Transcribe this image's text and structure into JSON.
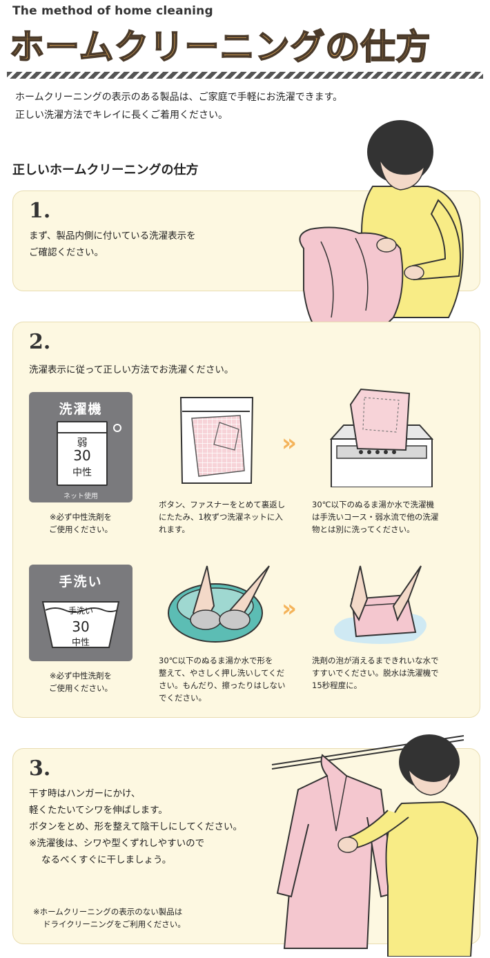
{
  "header": {
    "subtitle_en": "The method of home cleaning",
    "title": "ホームクリーニングの仕方"
  },
  "intro": {
    "line1": "ホームクリーニングの表示のある製品は、ご家庭で手軽にお洗濯できます。",
    "line2": "正しい洗濯方法でキレイに長くご着用ください。"
  },
  "section_heading": "正しいホームクリーニングの仕方",
  "step1": {
    "number": "1.",
    "line1": "まず、製品内側に付いている洗濯表示を",
    "line2": "ご確認ください。"
  },
  "step2": {
    "number": "2.",
    "text": "洗濯表示に従って正しい方法でお洗濯ください。",
    "machine": {
      "label_title": "洗濯機",
      "symbol_line1": "弱",
      "symbol_line2": "30",
      "symbol_line3": "中性",
      "net_label": "ネット使用",
      "note1": "※必ず中性洗剤を",
      "note2": "ご使用ください。",
      "caption_a1": "ボタン、ファスナーをとめて裏返し",
      "caption_a2": "にたたみ、1枚ずつ洗濯ネットに入",
      "caption_a3": "れます。",
      "caption_b1": "30℃以下のぬるま湯か水で洗濯機",
      "caption_b2": "は手洗いコース・弱水流で他の洗濯",
      "caption_b3": "物とは別に洗ってください。"
    },
    "hand": {
      "label_title": "手洗い",
      "symbol_line1": "手洗い",
      "symbol_line2": "30",
      "symbol_line3": "中性",
      "note1": "※必ず中性洗剤を",
      "note2": "ご使用ください。",
      "caption_a1": "30℃以下のぬるま湯か水で形を",
      "caption_a2": "整えて、やさしく押し洗いしてくだ",
      "caption_a3": "さい。もんだり、擦ったりはしない",
      "caption_a4": "でください。",
      "caption_b1": "洗剤の泡が消えるまできれいな水で",
      "caption_b2": "すすいでください。脱水は洗濯機で",
      "caption_b3": "15秒程度に。"
    },
    "arrow": "»"
  },
  "step3": {
    "number": "3.",
    "line1": "干す時はハンガーにかけ、",
    "line2": "軽くたたいてシワを伸ばします。",
    "line3": "ボタンをとめ、形を整えて陰干しにしてください。",
    "line4": "※洗濯後は、シワや型くずれしやすいので",
    "line5": "なるべくすぐに干しましょう。",
    "footnote1": "※ホームクリーニングの表示のない製品は",
    "footnote2": "ドライクリーニングをご利用ください。"
  },
  "colors": {
    "accent_orange": "#f0b45e",
    "card_bg": "#fdf8e1",
    "label_gray": "#7a7a7d",
    "shirt_pink": "#f4c7cf",
    "sweater_yellow": "#f8ec86",
    "basin_teal": "#5cbdb4"
  }
}
